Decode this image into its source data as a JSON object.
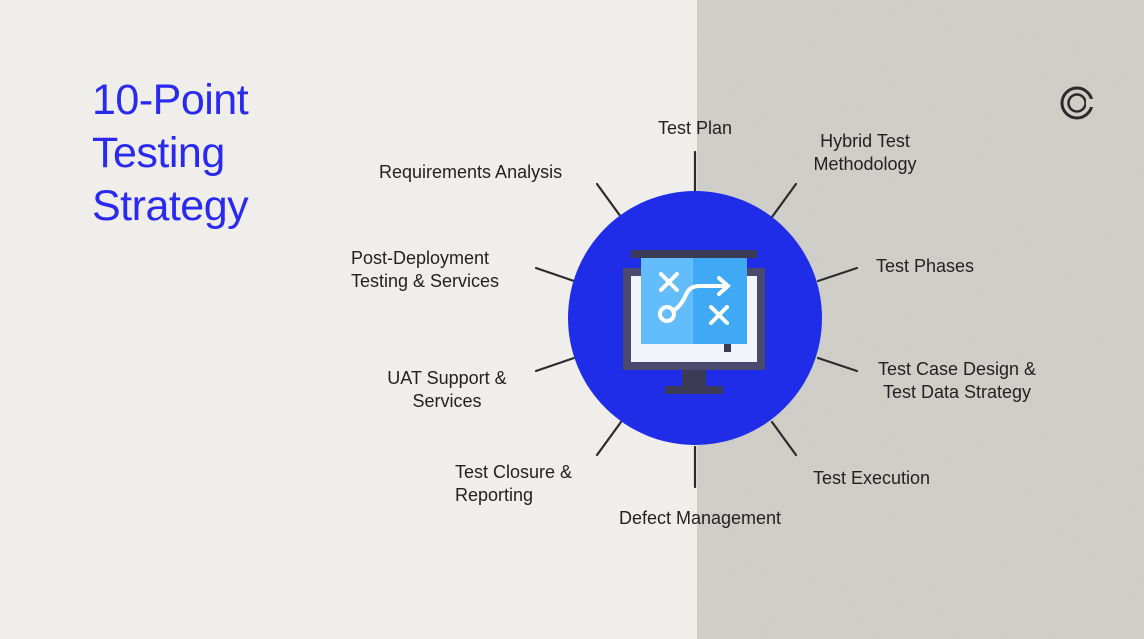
{
  "title": {
    "line1": "10-Point",
    "line2": "Testing",
    "line3": "Strategy"
  },
  "logo_icon": "brand-ring-logo",
  "center_icon": "strategy-board-monitor-icon",
  "colors": {
    "accent": "#2a2aee",
    "circle": "#1f2de8",
    "background_left": "#efeeeb",
    "background_right": "#cfcdc8",
    "line": "#2b2b2b"
  },
  "points": {
    "test_plan": "Test Plan",
    "hybrid_1": "Hybrid Test",
    "hybrid_2": "Methodology",
    "test_phases": "Test Phases",
    "case_design_1": "Test Case Design &",
    "case_design_2": "Test Data Strategy",
    "test_execution": "Test Execution",
    "defect_management": "Defect Management",
    "closure_1": "Test Closure &",
    "closure_2": "Reporting",
    "uat_1": "UAT Support &",
    "uat_2": "Services",
    "post_deploy_1": "Post-Deployment",
    "post_deploy_2": "Testing & Services",
    "requirements": "Requirements Analysis"
  }
}
